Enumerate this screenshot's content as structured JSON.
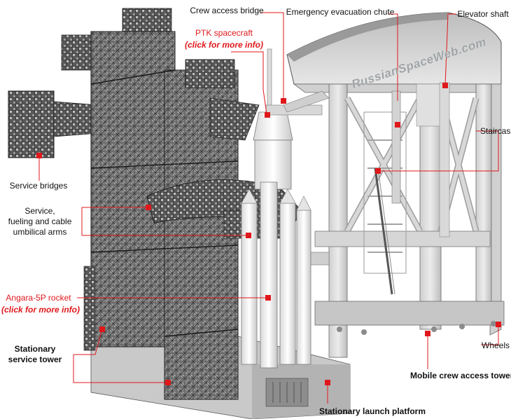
{
  "labels": {
    "crew_access_bridge": "Crew access bridge",
    "emergency_chute": "Emergency evacuation chute",
    "elevator_shaft": "Elevator shaft",
    "ptk_title": "PTK spacecraft",
    "ptk_link": "(click for more info)",
    "service_bridges": "Service bridges",
    "umbilical_line1": "Service,",
    "umbilical_line2": "fueling and cable",
    "umbilical_line3": "umbilical arms",
    "staircase": "Staircase",
    "angara_title": "Angara-5P rocket",
    "angara_link": "(click for more info)",
    "stationary_tower_line1": "Stationary",
    "stationary_tower_line2": "service tower",
    "wheels": "Wheels",
    "mobile_tower": "Mobile crew access tower",
    "launch_platform": "Stationary launch platform"
  },
  "watermark": "RussianSpaceWeb.com",
  "colors": {
    "callout": "#e0181b",
    "link_text": "#e0181b",
    "label_text": "#111111",
    "structure_dark": "#3a3a3a",
    "structure_light": "#d6d6d6"
  }
}
